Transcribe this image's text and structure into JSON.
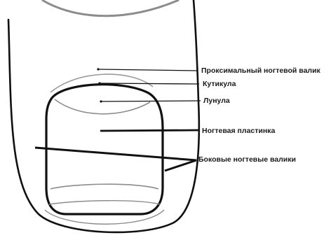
{
  "labels": {
    "proximal_nail_fold": "Проксимальный ногтевой валик",
    "cuticle": "Кутикула",
    "lunula": "Лунула",
    "nail_plate": "Ногтевая пластинка",
    "lateral_nail_folds": "Боковые ногтевые валики"
  },
  "colors": {
    "ink": "#111111",
    "soft_line": "#8c8c8c",
    "background": "#ffffff"
  }
}
